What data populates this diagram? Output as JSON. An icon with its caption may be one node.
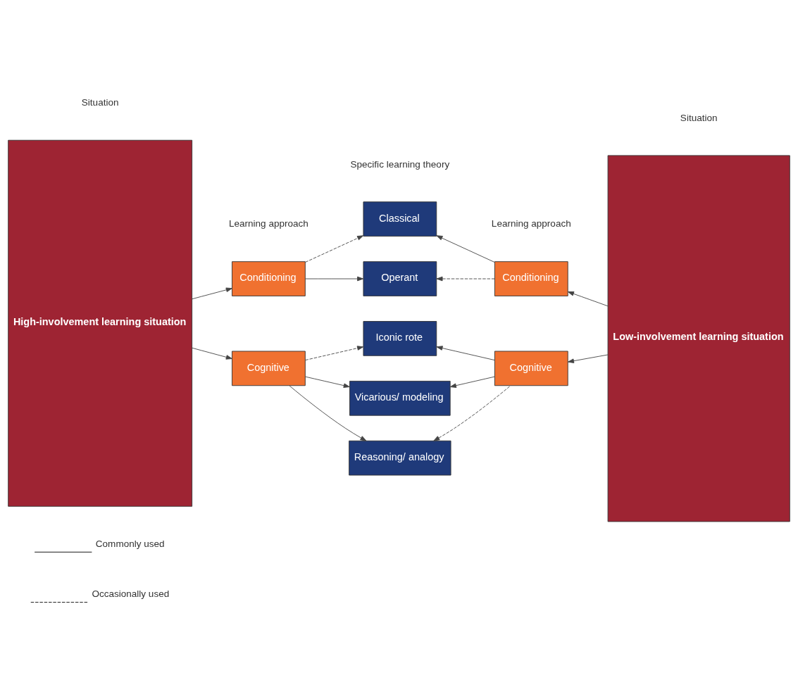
{
  "diagram": {
    "nodes": [
      {
        "text": [
          "High-involvement learning situation"
        ]
      },
      {
        "text": [
          "Conditioning"
        ]
      },
      {
        "text": [
          "Cognitive"
        ]
      },
      {
        "text": [
          "Classical"
        ]
      },
      {
        "text": [
          "Operant"
        ]
      },
      {
        "text": [
          "Iconic rote"
        ]
      },
      {
        "text": [
          "Vicarious/ modeling"
        ]
      },
      {
        "text": [
          "Reasoning/ analogy"
        ]
      },
      {
        "text": [
          "Conditioning"
        ]
      },
      {
        "text": [
          "Cognitive"
        ]
      },
      {
        "text": [
          "Low-involvement learning situation"
        ]
      }
    ],
    "edges": [
      {
        "from": 0,
        "to": 1,
        "arrow": "to"
      },
      {
        "from": 0,
        "to": 2,
        "arrow": "to"
      },
      {
        "from": 1,
        "to": 3,
        "arrow": "to",
        "style": "dashed"
      },
      {
        "from": 1,
        "to": 4,
        "arrow": "to"
      },
      {
        "from": 2,
        "to": 5,
        "arrow": "to",
        "style": "dashed"
      },
      {
        "from": 2,
        "to": 6,
        "arrow": "to"
      },
      {
        "from": 2,
        "to": 7,
        "arrow": "to"
      },
      {
        "from": 10,
        "to": 8,
        "arrow": "to"
      },
      {
        "from": 10,
        "to": 9,
        "arrow": "to"
      },
      {
        "from": 8,
        "to": 3,
        "arrow": "to"
      },
      {
        "from": 8,
        "to": 4,
        "arrow": "to",
        "style": "dashed"
      },
      {
        "from": 9,
        "to": 5,
        "arrow": "to"
      },
      {
        "from": 9,
        "to": 6,
        "arrow": "to"
      },
      {
        "from": 9,
        "to": 7,
        "arrow": "to",
        "style": "dashed"
      }
    ],
    "labels": [
      "Situation",
      "Learning approach",
      "Specific learning theory",
      "Learning approach",
      "Situation"
    ],
    "legend": [
      {
        "text": "Commonly used"
      },
      {
        "text": "Occasionally used"
      }
    ]
  }
}
